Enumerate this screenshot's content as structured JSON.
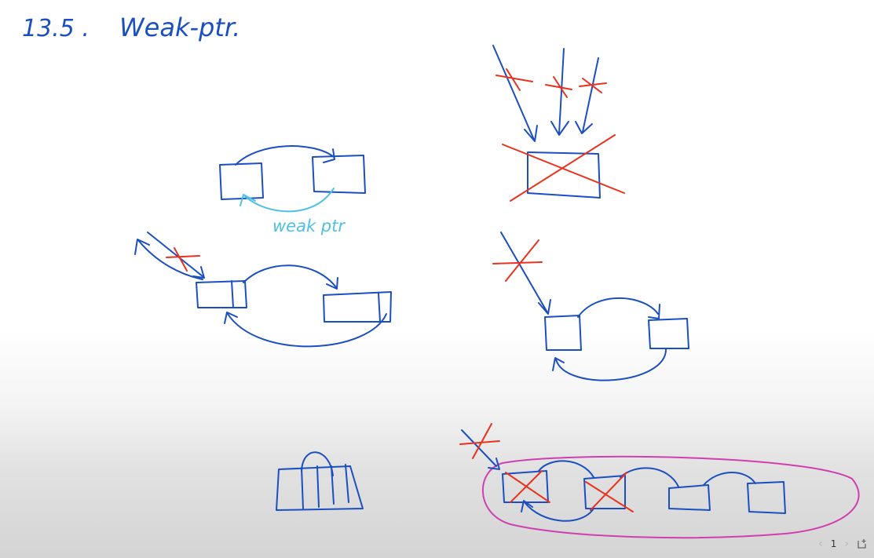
{
  "title": {
    "section_number": "13.5 .",
    "topic": "Weak-ptr."
  },
  "annotations": {
    "weak_ptr_label": "weak ptr"
  },
  "pager": {
    "prev_icon": "chevron-left-icon",
    "page_number": "1",
    "next_icon": "chevron-right-icon",
    "new_page_icon": "add-page-icon"
  },
  "colors": {
    "ink_blue": "#1b4fc0",
    "ink_light_blue": "#4ec0e6",
    "ink_red": "#e8321e",
    "ink_magenta": "#cf3fb0"
  }
}
